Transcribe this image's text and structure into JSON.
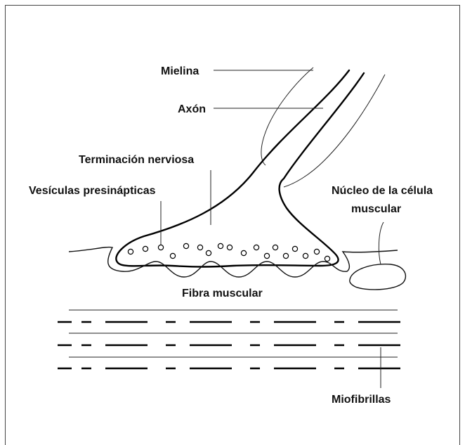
{
  "labels": {
    "mielina": "Mielina",
    "axon": "Axón",
    "terminacion": "Terminación nerviosa",
    "vesiculas": "Vesículas presinápticas",
    "nucleo_1": "Núcleo de la célula",
    "nucleo_2": "muscular",
    "fibra": "Fibra muscular",
    "miofibrillas": "Miofibrillas"
  },
  "colors": {
    "line": "#000000",
    "text": "#111111",
    "background": "#ffffff"
  }
}
